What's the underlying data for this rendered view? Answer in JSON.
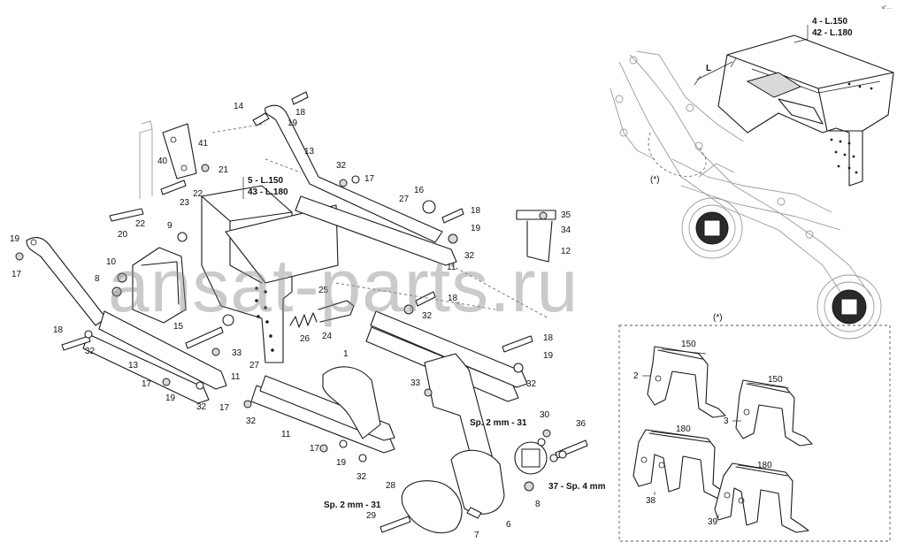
{
  "watermark": "ansat-parts.ru",
  "corner_mark": "a\" ...",
  "frame_callout": {
    "line1": "4  - L.150",
    "line2": "42 - L.180"
  },
  "plate_callout": {
    "line1": "5  - L.150",
    "line2": "43 - L.180"
  },
  "dimension_L": "L",
  "detail_marker": "(*)",
  "inset": {
    "title": "(*)",
    "dims": [
      "150",
      "150",
      "180",
      "180"
    ],
    "parts": [
      "2",
      "3",
      "38",
      "39"
    ]
  },
  "labels": {
    "n14": "14",
    "n18a": "18",
    "n19a": "19",
    "n13a": "13",
    "n41": "41",
    "n40": "40",
    "n21": "21",
    "n22a": "22",
    "n23": "23",
    "n22b": "22",
    "n20": "20",
    "n9": "9",
    "n19b": "19",
    "n17a": "17",
    "n10": "10",
    "n8a": "8",
    "n32a": "32",
    "n17b": "17",
    "n16": "16",
    "n27a": "27",
    "n18b": "18",
    "n19c": "19",
    "n32b": "32",
    "n35": "35",
    "n34": "34",
    "n12": "12",
    "n11a": "11",
    "n25": "25",
    "n18c": "18",
    "n32c": "32",
    "n26": "26",
    "n24": "24",
    "n15": "15",
    "n18d": "18",
    "n32d": "32",
    "n33a": "33",
    "n27b": "27",
    "n13b": "13",
    "n11b": "11",
    "n17c": "17",
    "n19d": "19",
    "n32e": "32",
    "n17d": "17",
    "n32f": "32",
    "n1": "1",
    "n33b": "33",
    "n18e": "18",
    "n19e": "19",
    "n32g": "32",
    "n11c": "11",
    "n17e": "17",
    "n19f": "19",
    "n32h": "32",
    "n30": "30",
    "n36": "36",
    "n31a": "Sp. 2 mm - 31",
    "n37": "37 - Sp. 4 mm",
    "n8b": "8",
    "n28": "28",
    "n31b": "Sp. 2 mm - 31",
    "n29": "29",
    "n7": "7",
    "n6": "6"
  }
}
